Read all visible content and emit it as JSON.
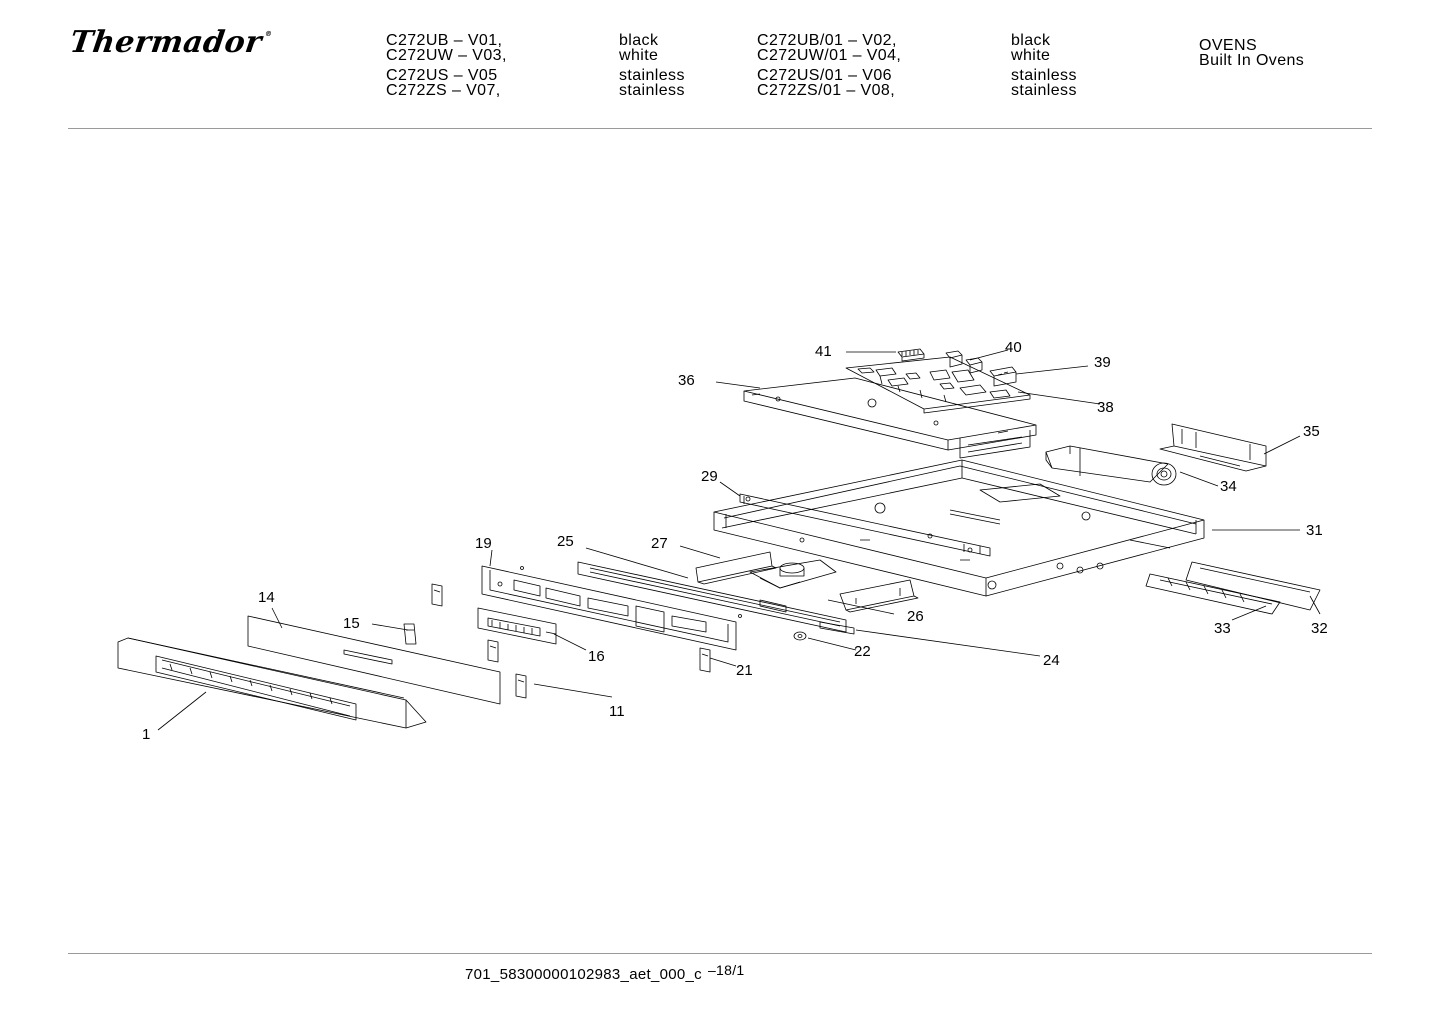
{
  "brand": {
    "name": "Thermador",
    "mark": "®"
  },
  "models": [
    {
      "model_a": "C272UB – V01,",
      "color_a": "black",
      "model_b": "C272UB/01 – V02,",
      "color_b": "black"
    },
    {
      "model_a": "C272UW – V03,",
      "color_a": "white",
      "model_b": "C272UW/01 – V04,",
      "color_b": "white"
    },
    {
      "model_a": "C272US – V05",
      "color_a": "stainless",
      "model_b": "C272US/01 – V06",
      "color_b": "stainless"
    },
    {
      "model_a": "C272ZS – V07,",
      "color_a": "stainless",
      "model_b": "C272ZS/01 – V08,",
      "color_b": "stainless"
    }
  ],
  "category": {
    "line1": "OVENS",
    "line2": "Built In Ovens"
  },
  "diagram": {
    "callouts": {
      "c1": "1",
      "c11": "11",
      "c14": "14",
      "c15": "15",
      "c16": "16",
      "c19": "19",
      "c21": "21",
      "c22": "22",
      "c24": "24",
      "c25": "25",
      "c26": "26",
      "c27": "27",
      "c29": "29",
      "c31": "31",
      "c32": "32",
      "c33": "33",
      "c34": "34",
      "c35": "35",
      "c36": "36",
      "c38": "38",
      "c39": "39",
      "c40": "40",
      "c41": "41"
    }
  },
  "footer": {
    "doc_id": "701_58300000102983_aet_000_c",
    "page": "–18/1"
  }
}
